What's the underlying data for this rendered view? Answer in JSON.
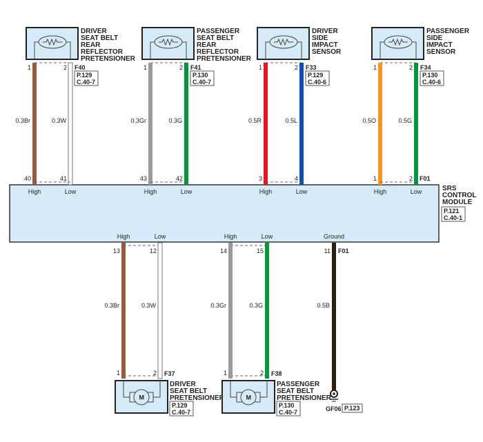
{
  "top_components": [
    {
      "name_lines": [
        "DRIVER",
        "SEAT BELT",
        "REAR",
        "REFLECTOR",
        "PRETENSIONER"
      ],
      "connector": "F40",
      "page": "P.129",
      "ref": "C.40-7",
      "pins": [
        "1",
        "2"
      ],
      "wires": [
        {
          "spec": "0.3Br",
          "color": "#9b5a3c"
        },
        {
          "spec": "0.3W",
          "color": "#ffffff"
        }
      ],
      "module_pins": [
        "40",
        "41"
      ]
    },
    {
      "name_lines": [
        "PASSENGER",
        "SEAT BELT",
        "REAR",
        "REFLECTOR",
        "PRETENSIONER"
      ],
      "connector": "F41",
      "page": "P.130",
      "ref": "C.40-7",
      "pins": [
        "1",
        "2"
      ],
      "wires": [
        {
          "spec": "0.3Gr",
          "color": "#9a9a9a"
        },
        {
          "spec": "0.3G",
          "color": "#00963c"
        }
      ],
      "module_pins": [
        "43",
        "42"
      ]
    },
    {
      "name_lines": [
        "DRIVER",
        "SIDE",
        "IMPACT",
        "SENSOR"
      ],
      "connector": "F33",
      "page": "P.129",
      "ref": "C.40-6",
      "pins": [
        "1",
        "2"
      ],
      "wires": [
        {
          "spec": "0.5R",
          "color": "#e8141e"
        },
        {
          "spec": "0.5L",
          "color": "#0b4fb0"
        }
      ],
      "module_pins": [
        "3",
        "4"
      ]
    },
    {
      "name_lines": [
        "PASSENGER",
        "SIDE",
        "IMPACT",
        "SENSOR"
      ],
      "connector": "F34",
      "page": "P.130",
      "ref": "C.40-6",
      "pins": [
        "1",
        "2"
      ],
      "wires": [
        {
          "spec": "0.5O",
          "color": "#f7941d"
        },
        {
          "spec": "0.5G",
          "color": "#00963c"
        }
      ],
      "module_pins": [
        "1",
        "2"
      ]
    }
  ],
  "module": {
    "name_lines": [
      "SRS",
      "CONTROL",
      "MODULE"
    ],
    "page": "P.121",
    "ref": "C.40-1",
    "top_connector": "F01",
    "bottom_connector": "F01",
    "fill": "#d6ebf7"
  },
  "pin_labels": {
    "high": "High",
    "low": "Low",
    "ground": "Ground"
  },
  "bottom_components": [
    {
      "name_lines": [
        "DRIVER",
        "SEAT BELT",
        "PRETENSIONER"
      ],
      "connector": "F37",
      "page": "P.129",
      "ref": "C.40-7",
      "pins": [
        "1",
        "2"
      ],
      "motor": "M",
      "wires": [
        {
          "spec": "0.3Br",
          "color": "#9b5a3c"
        },
        {
          "spec": "0.3W",
          "color": "#ffffff"
        }
      ],
      "module_pins": [
        "13",
        "12"
      ]
    },
    {
      "name_lines": [
        "PASSENGER",
        "SEAT BELT",
        "PRETENSIONER"
      ],
      "connector": "F38",
      "page": "P.130",
      "ref": "C.40-7",
      "pins": [
        "1",
        "2"
      ],
      "motor": "M",
      "wires": [
        {
          "spec": "0.3Gr",
          "color": "#9a9a9a"
        },
        {
          "spec": "0.3G",
          "color": "#00963c"
        }
      ],
      "module_pins": [
        "14",
        "15"
      ]
    }
  ],
  "ground": {
    "module_pin": "11",
    "wire": {
      "spec": "0.5B",
      "color": "#2b1e0a"
    },
    "name": "GF06",
    "page": "P.123"
  }
}
